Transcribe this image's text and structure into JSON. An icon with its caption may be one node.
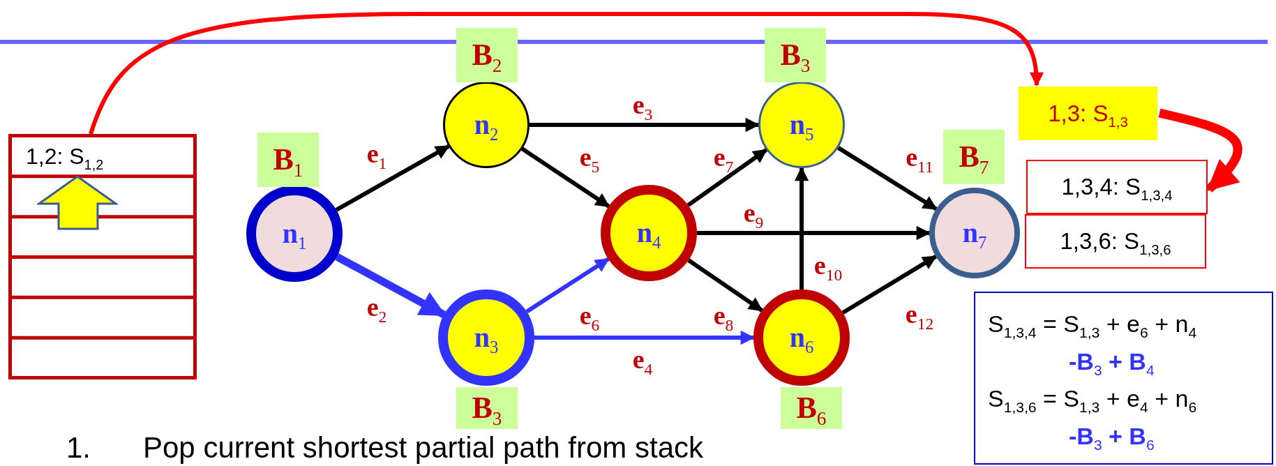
{
  "diagram": {
    "nodes": [
      {
        "text": [
          "1,2:  S$_{1,2}$"
        ]
      },
      {
        "text": [
          "n$_{1}$"
        ],
        "beside": [
          "B$_{1}$"
        ]
      },
      {
        "text": [
          "n$_{2}$"
        ],
        "beside": [
          "B$_{2}$"
        ]
      },
      {
        "text": [
          "n$_{3}$"
        ],
        "beside": [
          "B$_{3}$"
        ]
      },
      {
        "text": [
          "n$_{4}$"
        ]
      },
      {
        "text": [
          "n$_{5}$"
        ],
        "beside": [
          "B$_{3}$"
        ]
      },
      {
        "text": [
          "n$_{6}$"
        ],
        "beside": [
          "B$_{6}$"
        ]
      },
      {
        "text": [
          "n$_{7}$"
        ],
        "beside": [
          "B$_{7}$"
        ]
      },
      {
        "text": [
          "1,3:  S$_{1,3}$"
        ]
      },
      {
        "text": [
          "1,3,4:  S$_{1,3,4}$"
        ]
      },
      {
        "text": [
          "1,3,6:  S$_{1,3,6}$"
        ]
      },
      {
        "text": [
          "S$_{1,3,4}$ = S$_{1,3}$ + e$_{6}$ + n$_{4}$",
          "-B$_{3}$ + B$_{4}$",
          "S$_{1,3,6}$ = S$_{1,3}$ + e$_{4}$ + n$_{6}$",
          "-B$_{3}$ + B$_{6}$"
        ]
      }
    ],
    "edges": [
      {
        "from": 1,
        "to": 2,
        "arrow": "to",
        "label": "e$_{1}$"
      },
      {
        "from": 1,
        "to": 3,
        "arrow": "to",
        "label": "e$_{2}$",
        "style": "thick",
        "color": "#3333ff"
      },
      {
        "from": 2,
        "to": 5,
        "arrow": "to",
        "label": "e$_{3}$"
      },
      {
        "from": 3,
        "to": 6,
        "arrow": "to",
        "label": "e$_{4}$",
        "color": "#3333ff"
      },
      {
        "from": 2,
        "to": 4,
        "arrow": "to",
        "label": "e$_{5}$"
      },
      {
        "from": 3,
        "to": 4,
        "arrow": "to",
        "label": "e$_{6}$",
        "color": "#3333ff"
      },
      {
        "from": 4,
        "to": 5,
        "arrow": "to",
        "label": "e$_{7}$"
      },
      {
        "from": 4,
        "to": 6,
        "arrow": "to",
        "label": "e$_{8}$"
      },
      {
        "from": 4,
        "to": 7,
        "arrow": "to",
        "label": "e$_{9}$"
      },
      {
        "from": 6,
        "to": 5,
        "arrow": "to",
        "label": "e$_{10}$"
      },
      {
        "from": 5,
        "to": 7,
        "arrow": "to",
        "label": "e$_{11}$"
      },
      {
        "from": 6,
        "to": 7,
        "arrow": "to",
        "label": "e$_{12}$"
      },
      {
        "from": 0,
        "to": 8,
        "arrow": "to",
        "color": "#ff0000"
      },
      {
        "from": 8,
        "to": 9,
        "arrow": "to",
        "style": "thick",
        "color": "#ff0000"
      }
    ],
    "labels": [
      "1.",
      "Pop current shortest partial path from stack"
    ]
  }
}
